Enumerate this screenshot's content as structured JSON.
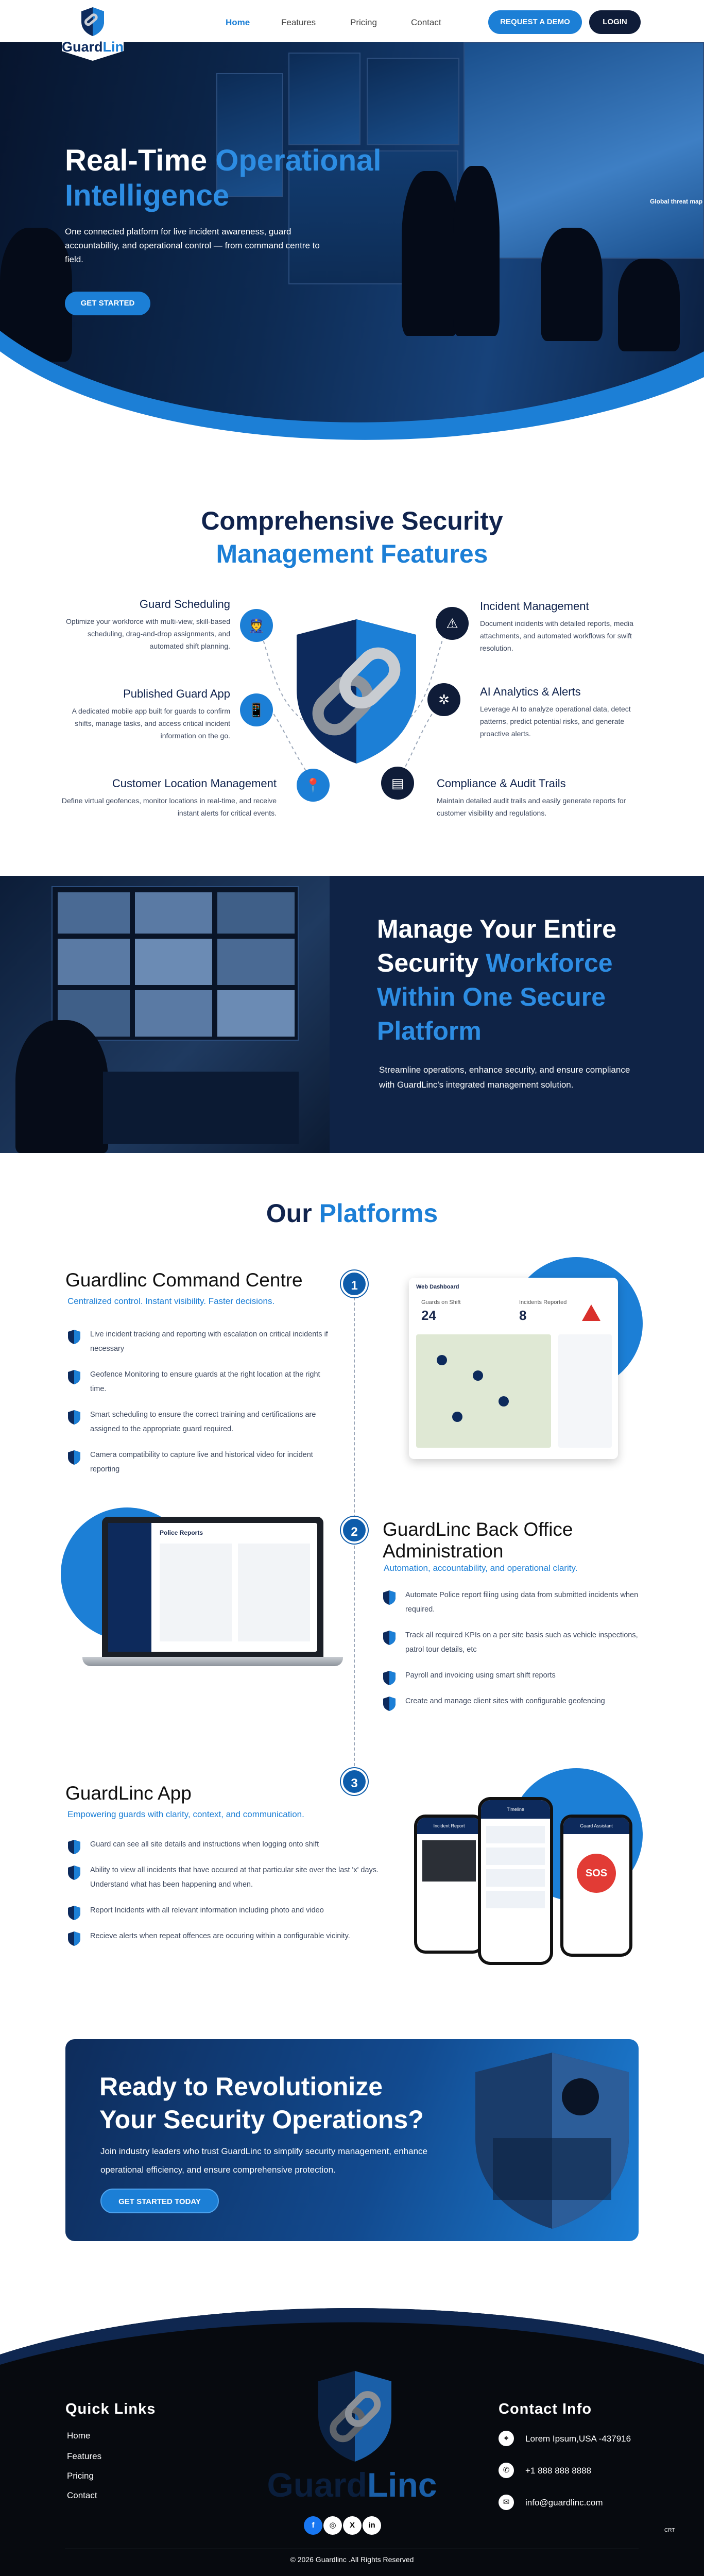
{
  "colors": {
    "brand": "#1c7fd6",
    "navy": "#10234d",
    "dark": "#0f1c38"
  },
  "nav": {
    "logo": {
      "word_a": "Guard",
      "word_b": "Linc"
    },
    "links": [
      "Home",
      "Features",
      "Pricing",
      "Contact"
    ],
    "active": "Home",
    "demo_label": "REQUEST A DEMO",
    "login_label": "LOGIN"
  },
  "hero": {
    "title_a": "Real-Time ",
    "title_b": "Operational",
    "title_c": "Intelligence",
    "subtitle": "One connected platform for live incident awareness, guard accountability, and operational control — from command centre to field.",
    "cta": "GET STARTED",
    "wall_label": "Global threat map"
  },
  "features": {
    "title_a": "Comprehensive Security",
    "title_b": "Management Features",
    "left": [
      {
        "title": "Guard Scheduling",
        "text": "Optimize your workforce with multi-view, skill-based scheduling, drag-and-drop assignments, and automated shift planning.",
        "icon": "guard-icon"
      },
      {
        "title": "Published Guard App",
        "text": "A dedicated mobile app built for guards to confirm shifts, manage tasks, and access critical incident information on the go.",
        "icon": "phone-icon"
      },
      {
        "title": "Customer Location Management",
        "text": "Define virtual geofences, monitor locations in real-time, and receive instant alerts for critical events.",
        "icon": "location-icon"
      }
    ],
    "right": [
      {
        "title": "Incident Management",
        "text": "Document incidents with detailed reports, media attachments, and automated workflows for swift resolution.",
        "icon": "warning-icon"
      },
      {
        "title": "AI Analytics & Alerts",
        "text": "Leverage AI to analyze operational data, detect patterns, predict potential risks, and generate proactive alerts.",
        "icon": "ai-icon"
      },
      {
        "title": "Compliance & Audit Trails",
        "text": "Maintain detailed audit trails and easily generate reports for customer visibility and regulations.",
        "icon": "audit-icon"
      }
    ]
  },
  "workforce": {
    "title_a": "Manage Your Entire",
    "title_b": "Security ",
    "title_c": "Workforce",
    "title_d": "Within One Secure",
    "title_e": "Platform",
    "subtitle": "Streamline operations, enhance security, and ensure compliance with GuardLinc's integrated management solution."
  },
  "platforms": {
    "title_a": "Our ",
    "title_b": "Platforms",
    "items": [
      {
        "num": "1",
        "title": "Guardlinc Command Centre",
        "tagline": "Centralized control. Instant visibility. Faster decisions.",
        "bullets": [
          "Live incident tracking and reporting with escalation on critical incidents if necessary",
          "Geofence Monitoring to ensure guards at the right location at the right time.",
          "Smart scheduling to ensure the correct training and certifications are assigned to the appropriate guard required.",
          "Camera compatibility to capture live and historical video for incident reporting"
        ],
        "mock": {
          "guards_label": "Guards on Shift",
          "guards_value": "24",
          "incidents_label": "Incidents Reported",
          "incidents_value": "8",
          "header": "Web Dashboard"
        }
      },
      {
        "num": "2",
        "title": "GuardLinc Back Office Administration",
        "tagline": "Automation, accountability, and operational clarity.",
        "bullets": [
          "Automate Police report filing using data from submitted incidents when required.",
          "Track all required KPIs on a per site basis such as vehicle inspections, patrol tour details, etc",
          "Payroll and invoicing using smart shift reports",
          "Create and manage client sites with configurable geofencing"
        ],
        "mock": {
          "header": "Police Reports"
        }
      },
      {
        "num": "3",
        "title": "GuardLinc App",
        "tagline": "Empowering guards with clarity, context, and communication.",
        "bullets": [
          "Guard can see all site details and instructions when logging onto shift",
          "Ability to view all incidents that have occured at that particular site over the last 'x' days. Understand what has been happening and when.",
          "Report Incidents with all relevant information including photo and video",
          "Recieve alerts when repeat offences are occuring within a configurable vicinity."
        ],
        "mock": {
          "sos": "SOS",
          "phone_a": "Incident Report",
          "phone_b": "Timeline",
          "phone_c": "Guard Assistant"
        }
      }
    ]
  },
  "cta": {
    "title_a": "Ready to Revolutionize",
    "title_b": "Your Security Operations?",
    "subtitle": "Join industry leaders who trust GuardLinc to simplify security management, enhance operational efficiency, and ensure comprehensive protection.",
    "button": "GET STARTED TODAY"
  },
  "footer": {
    "quick_links_title": "Quick Links",
    "quick_links": [
      "Home",
      "Features",
      "Pricing",
      "Contact"
    ],
    "contact_title": "Contact Info",
    "address": "Lorem Ipsum,USA -437916",
    "phone": "+1 888 888 8888",
    "email": "info@guardlinc.com",
    "logo_a": "Guard",
    "logo_b": "Linc",
    "social": [
      "f",
      "◎",
      "X",
      "in"
    ],
    "copyright": "© 2026 Guardlinc .All Rights Reserved",
    "corner": "CRT"
  }
}
